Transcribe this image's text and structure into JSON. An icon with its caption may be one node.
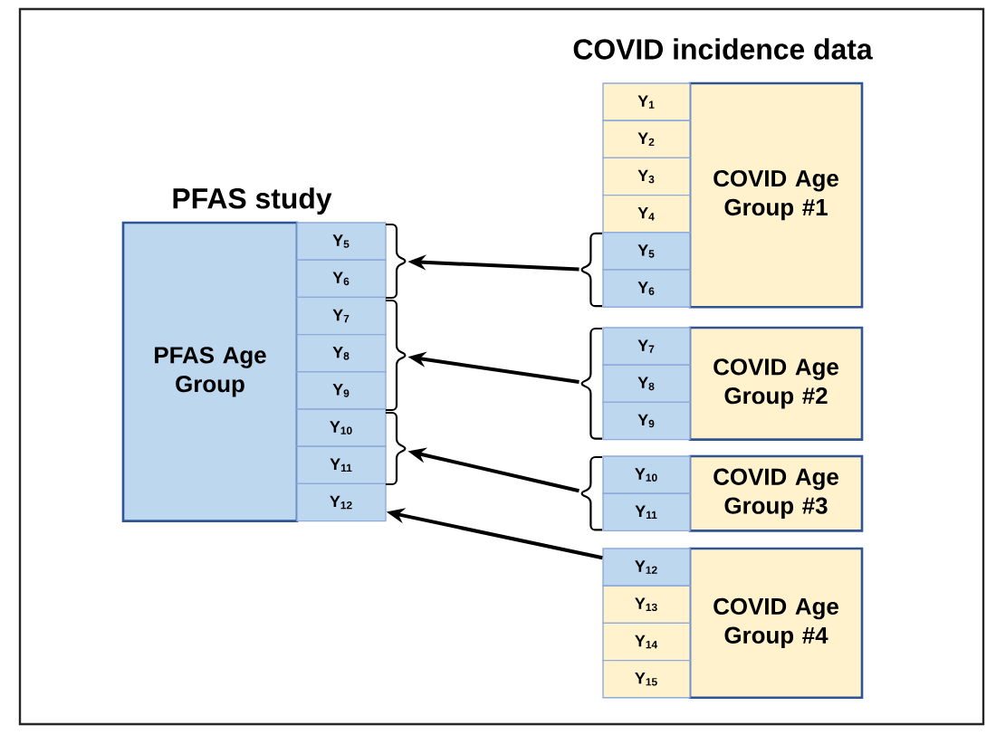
{
  "diagram": {
    "nodes": [
      {
        "text": [
          "PFAS Age Group"
        ]
      },
      {
        "text": [
          "Y$_{5}$"
        ]
      },
      {
        "text": [
          "Y$_{6}$"
        ]
      },
      {
        "text": [
          "Y$_{7}$"
        ]
      },
      {
        "text": [
          "Y$_{8}$"
        ]
      },
      {
        "text": [
          "Y$_{9}$"
        ]
      },
      {
        "text": [
          "Y$_{10}$"
        ]
      },
      {
        "text": [
          "Y$_{11}$"
        ]
      },
      {
        "text": [
          "Y$_{12}$"
        ]
      },
      {
        "text": [],
        "shape": "bracket"
      },
      {
        "text": [],
        "shape": "bracket"
      },
      {
        "text": [],
        "shape": "bracket"
      },
      {
        "text": [],
        "shape": "bracket"
      },
      {
        "text": [],
        "shape": "bracket"
      },
      {
        "text": [],
        "shape": "bracket"
      },
      {
        "text": [
          "COVID Age Group #1"
        ]
      },
      {
        "text": [
          "Y$_{1}$"
        ]
      },
      {
        "text": [
          "Y$_{2}$"
        ]
      },
      {
        "text": [
          "Y$_{3}$"
        ]
      },
      {
        "text": [
          "Y$_{4}$"
        ]
      },
      {
        "text": [
          "Y$_{5}$"
        ]
      },
      {
        "text": [
          "Y$_{6}$"
        ]
      },
      {
        "text": [
          "COVID Age Group #2"
        ]
      },
      {
        "text": [
          "Y$_{7}$"
        ]
      },
      {
        "text": [
          "Y$_{8}$"
        ]
      },
      {
        "text": [
          "Y$_{9}$"
        ]
      },
      {
        "text": [
          "COVID Age Group #3"
        ]
      },
      {
        "text": [
          "Y$_{10}$"
        ]
      },
      {
        "text": [
          "Y$_{11}$"
        ]
      },
      {
        "text": [
          "COVID Age Group #4"
        ]
      },
      {
        "text": [
          "Y$_{12}$"
        ]
      },
      {
        "text": [
          "Y$_{13}$"
        ]
      },
      {
        "text": [
          "Y$_{14}$"
        ]
      },
      {
        "text": [
          "Y$_{15}$"
        ]
      }
    ],
    "edges": [
      {
        "from": 12,
        "to": 9,
        "arrow": "to"
      },
      {
        "from": 13,
        "to": 10,
        "arrow": "to"
      },
      {
        "from": 14,
        "to": 11,
        "arrow": "to"
      },
      {
        "from": 30,
        "to": 8,
        "arrow": "to"
      }
    ],
    "labels": [
      "COVID incidence data",
      "PFAS study"
    ]
  }
}
